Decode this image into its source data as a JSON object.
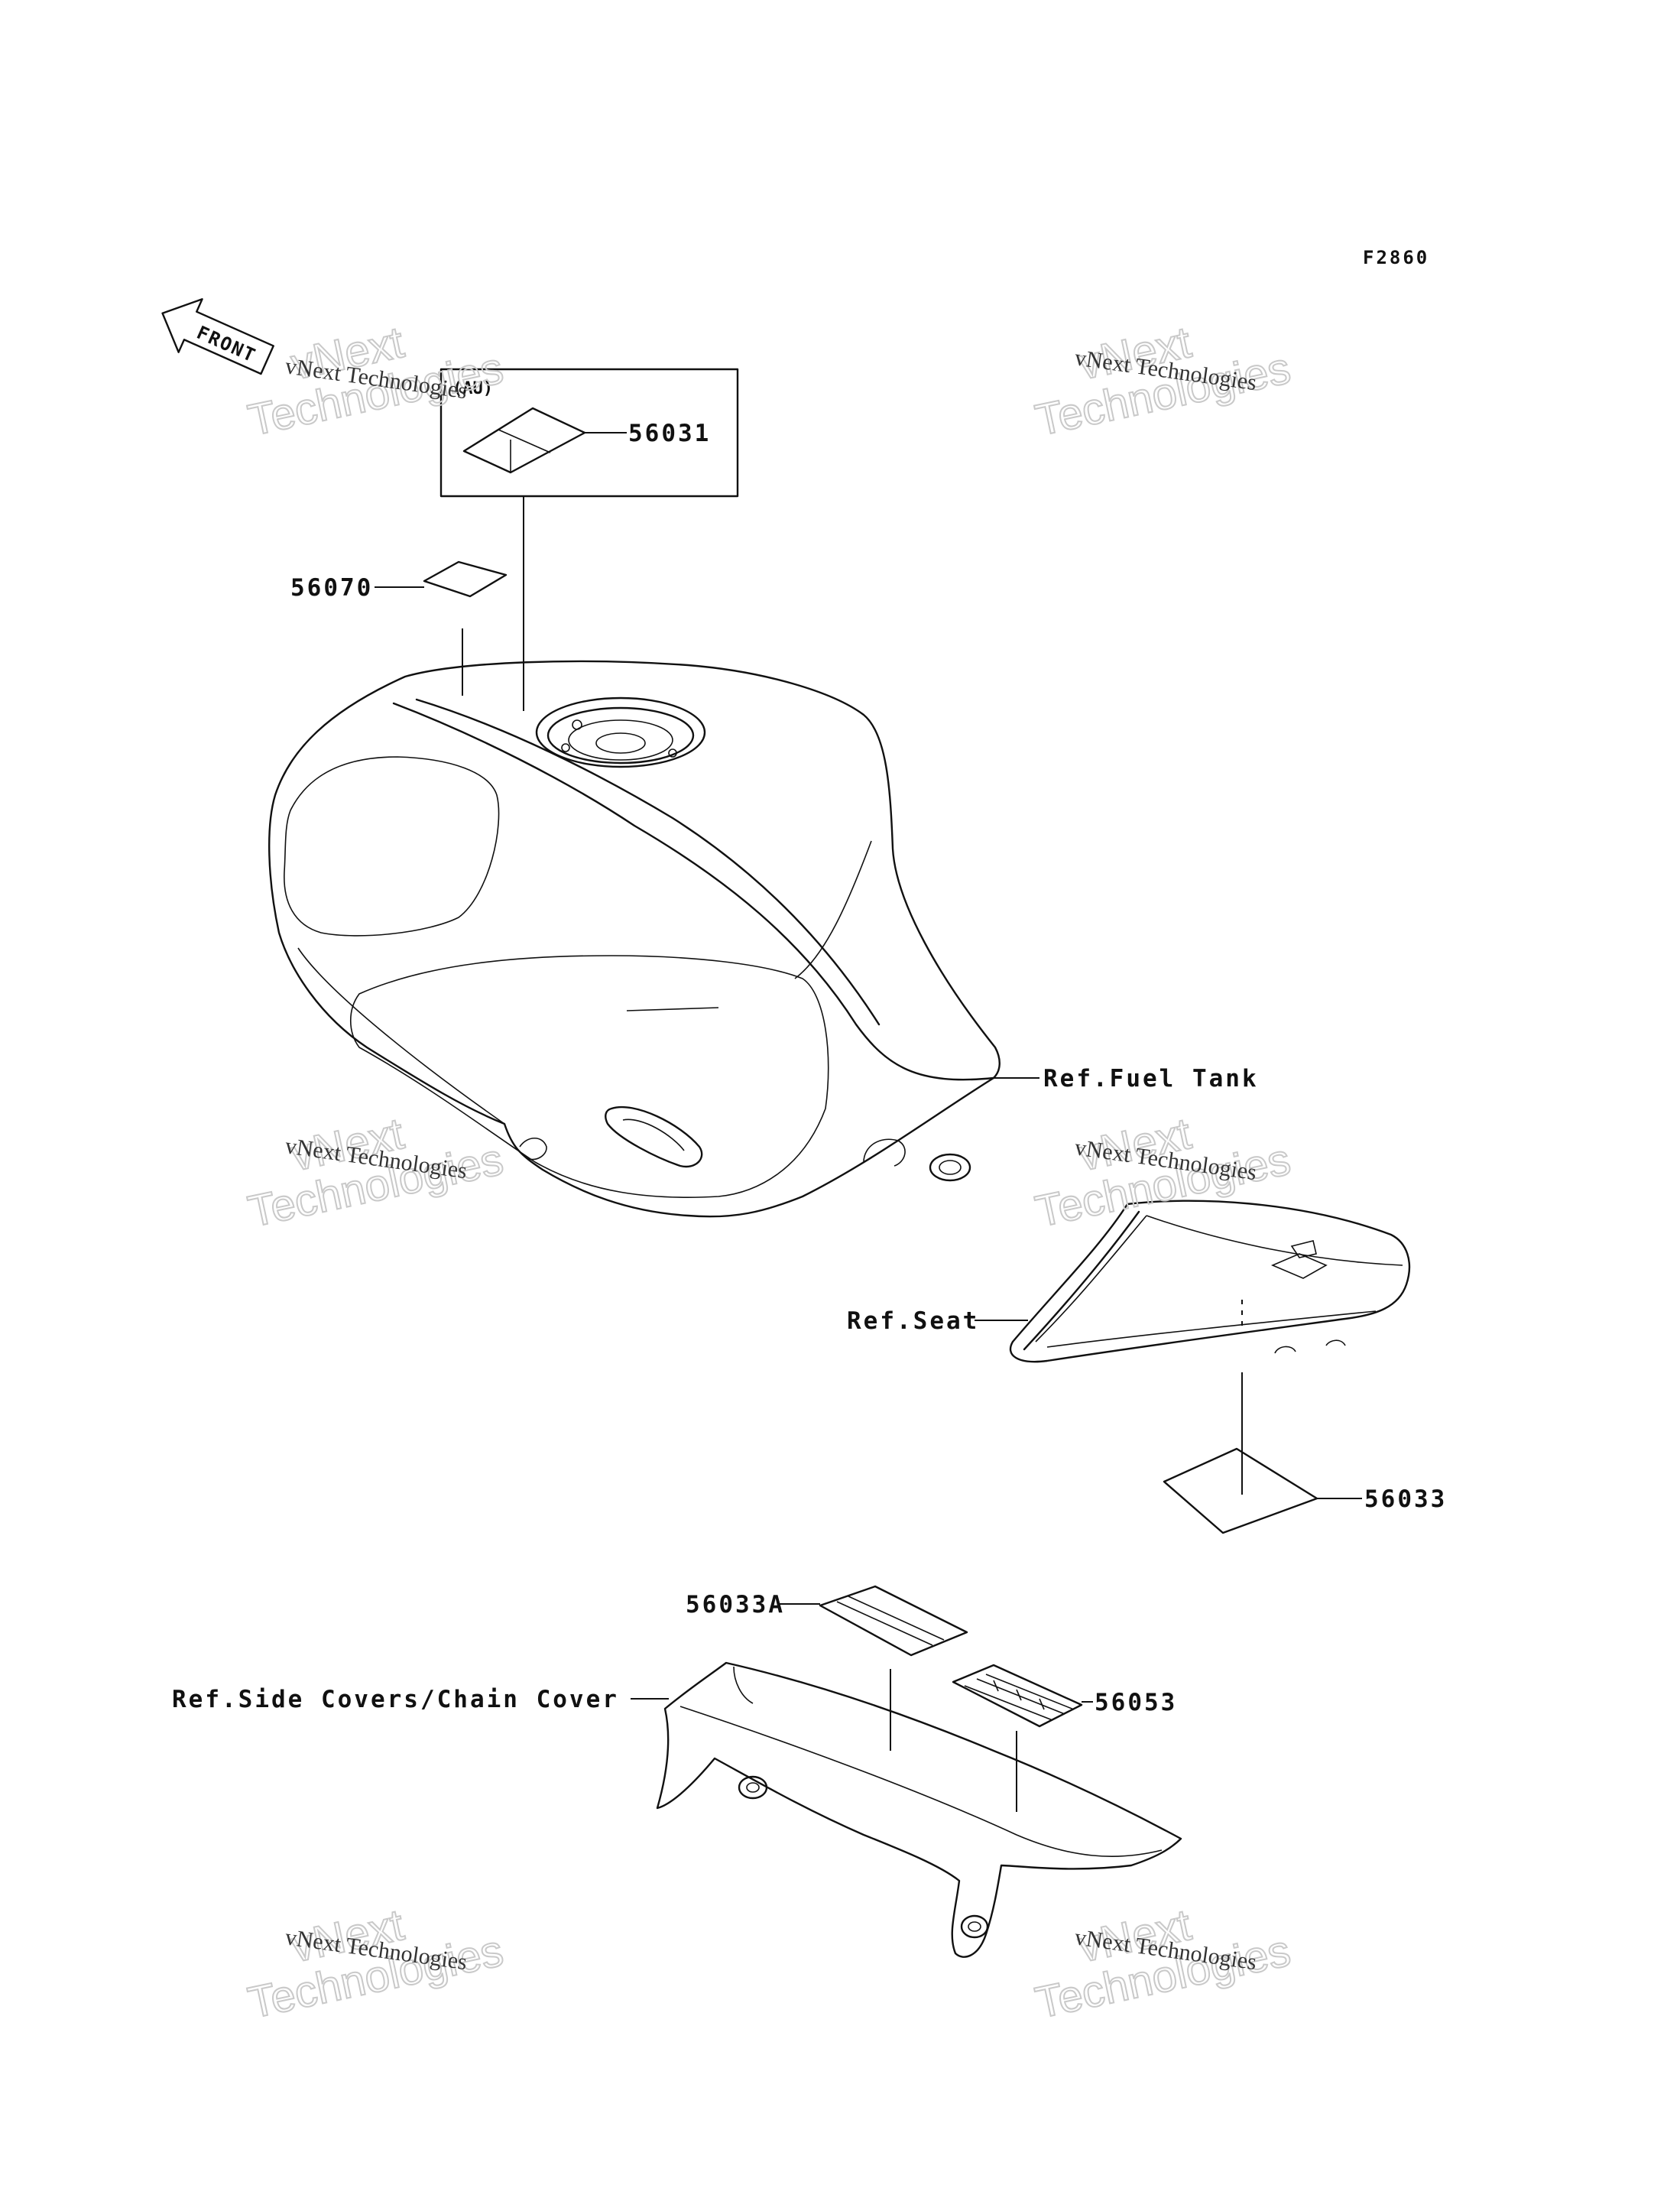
{
  "figure_id": "F2860",
  "front_arrow": {
    "text": "FRONT"
  },
  "inset_note": "(AU)",
  "part_labels": {
    "p56031": "56031",
    "p56070": "56070",
    "p56033": "56033",
    "p56033A": "56033A",
    "p56053": "56053"
  },
  "ref_labels": {
    "fuel_tank": "Ref.Fuel Tank",
    "seat": "Ref.Seat",
    "side_covers": "Ref.Side Covers/Chain Cover"
  },
  "watermark": {
    "small": "vNext Technologies",
    "big_top": "vNext",
    "big_bottom": "Technologies"
  }
}
